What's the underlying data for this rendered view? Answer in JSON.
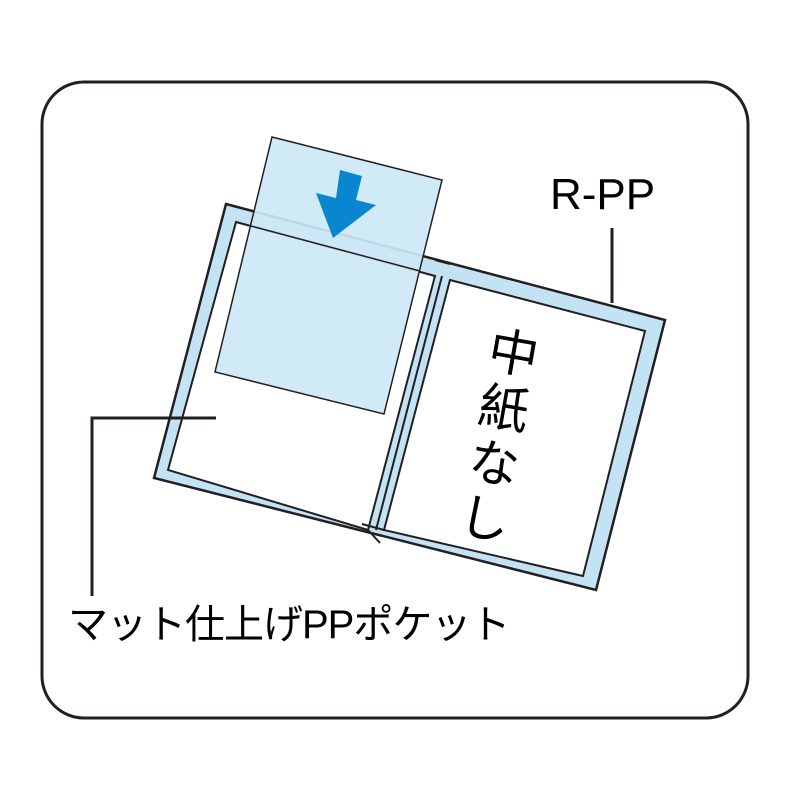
{
  "labels": {
    "cover": "R-PP",
    "pocket": "マット仕上げPPポケット",
    "no_paper": "中紙なし"
  },
  "colors": {
    "frame_border": "#231f20",
    "pocket_fill": "#cde8f6",
    "cover_fill": "#c3e3f5",
    "cover_stroke": "#231f20",
    "arrow": "#0a86d0",
    "page_fill": "#ffffff"
  },
  "icons": {
    "arrow": "arrow-down-icon"
  }
}
